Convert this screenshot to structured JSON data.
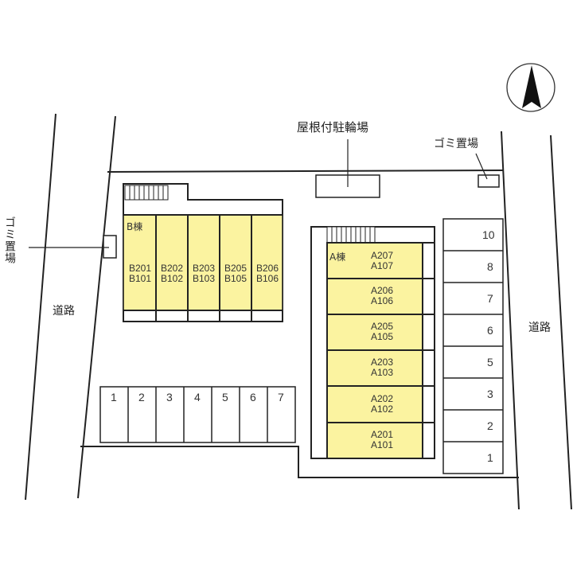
{
  "compass": {
    "icon": "north-arrow-icon",
    "direction": "N"
  },
  "labels": {
    "roofed_bicycle_parking": "屋根付駐輪場",
    "garbage_area_top": "ゴミ置場",
    "garbage_area_left": "ゴミ置場",
    "road_left": "道路",
    "road_right": "道路"
  },
  "building_b": {
    "name": "B棟",
    "color": "#fbf3a0",
    "units": [
      {
        "upper": "B201",
        "lower": "B101"
      },
      {
        "upper": "B202",
        "lower": "B102"
      },
      {
        "upper": "B203",
        "lower": "B103"
      },
      {
        "upper": "B205",
        "lower": "B105"
      },
      {
        "upper": "B206",
        "lower": "B106"
      }
    ]
  },
  "building_a": {
    "name": "A棟",
    "color": "#fbf3a0",
    "units": [
      {
        "upper": "A207",
        "lower": "A107"
      },
      {
        "upper": "A206",
        "lower": "A106"
      },
      {
        "upper": "A205",
        "lower": "A105"
      },
      {
        "upper": "A203",
        "lower": "A103"
      },
      {
        "upper": "A202",
        "lower": "A102"
      },
      {
        "upper": "A201",
        "lower": "A101"
      }
    ]
  },
  "parking_bottom": [
    "1",
    "2",
    "3",
    "4",
    "5",
    "6",
    "7"
  ],
  "parking_right": [
    "10",
    "8",
    "7",
    "6",
    "5",
    "3",
    "2",
    "1"
  ]
}
